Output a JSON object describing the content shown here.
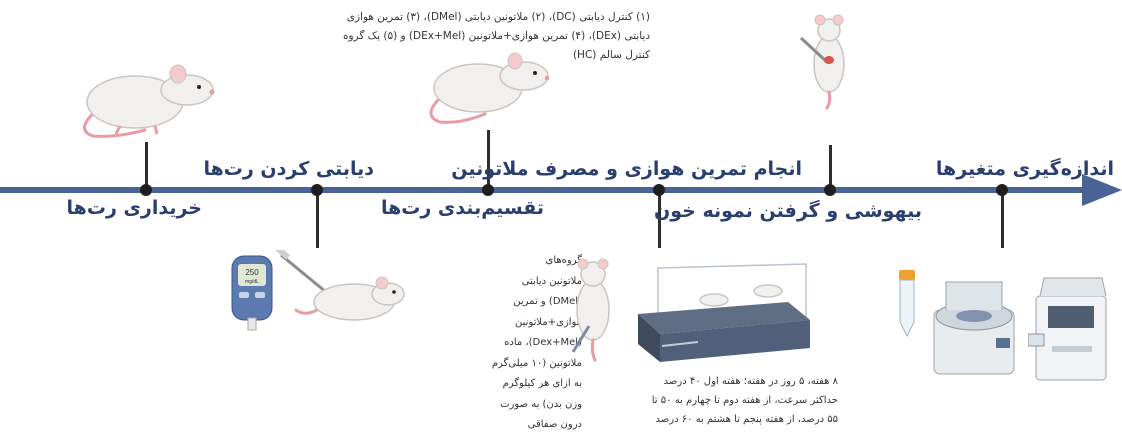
{
  "stages": [
    {
      "label": "خریداری رت‌ها"
    },
    {
      "label": "دیابتی کردن رت‌ها"
    },
    {
      "label": "تقسیم‌بندی رت‌ها"
    },
    {
      "label": "انجام تمرین هوازی و مصرف ملاتونین"
    },
    {
      "label": "بیهوشی و گرفتن نمونه خون"
    },
    {
      "label": "اندازه‌گیری متغیرها"
    }
  ],
  "notes": {
    "groups_lines": [
      "(۱) کنترل دیابتی (DC)، (۲) ملاتونین دیابتی (DMel)، (۳) تمرین هوازی",
      "دیابتی (DEx)، (۴) تمرین هوازی+ملاتونین (DEx+Mel) و (۵) یک گروه",
      "کنترل سالم (HC)"
    ],
    "melatonin_lines": [
      "گروه‌های",
      "ملاتونین دیابتی",
      "(DMel) و تمرین",
      "هوازی+ملاتونین",
      "(Dex+Mel)، ماده",
      "ملاتونین (۱۰ میلی‌گرم",
      "به ازای هر کیلوگرم",
      "وزن بدن) به صورت",
      "درون صفاقی"
    ],
    "training_lines": [
      "۸ هفته، ۵ روز در هفته؛ هفته اول ۴۰ درصد",
      "حداکثر سرعت، از هفته دوم تا چهارم به ۵۰ تا",
      "۵۵ درصد، از هفته پنجم تا هشتم به ۶۰ درصد"
    ]
  },
  "glucometer": {
    "reading": "250",
    "unit": "mg/dL"
  },
  "colors": {
    "axis": "#4a6396",
    "stage_text": "#2a3f6e"
  }
}
